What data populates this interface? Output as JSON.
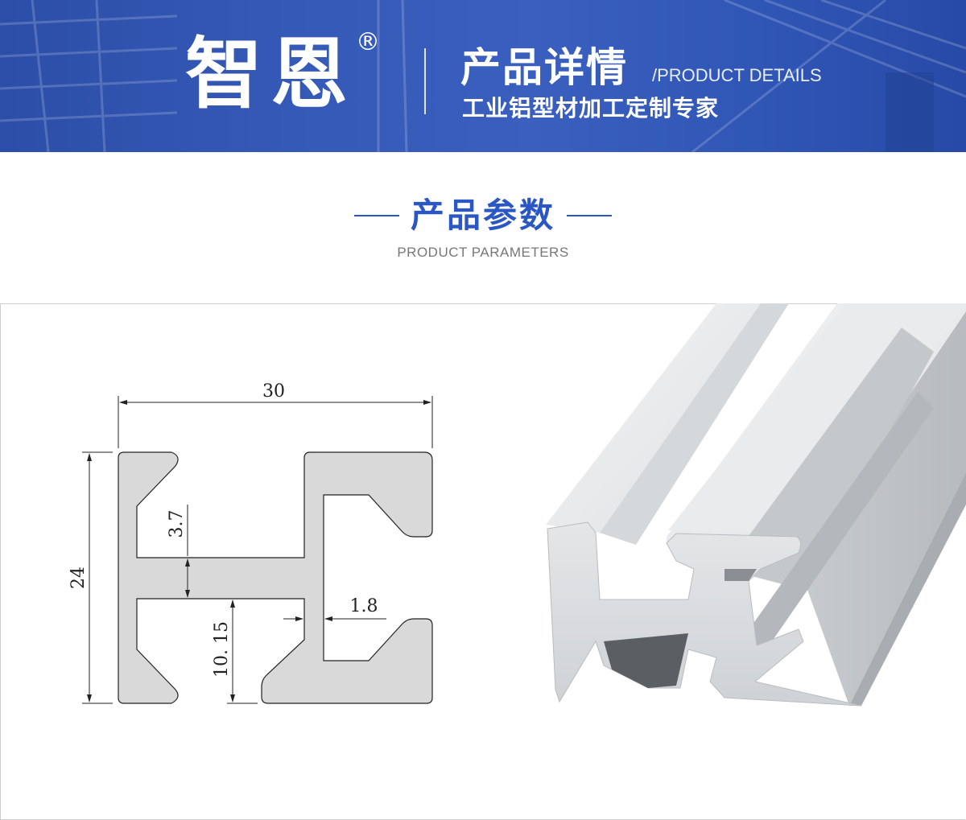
{
  "banner": {
    "brand": "智恩",
    "registered_mark": "®",
    "title_cn": "产品详情",
    "title_en": "/PRODUCT DETAILS",
    "slogan": "工业铝型材加工定制专家"
  },
  "section": {
    "title_cn": "产品参数",
    "title_en": "PRODUCT PARAMETERS"
  },
  "dimensions": {
    "width": "30",
    "height": "24",
    "slot_neck": "3.7",
    "wall": "1.8",
    "slot_depth": "10. 15"
  },
  "colors": {
    "brand_blue": "#2b57c4",
    "banner_blue": "#3559b6",
    "profile_fill": "#d9d9d9",
    "aluminum": "#cfd2d6"
  }
}
